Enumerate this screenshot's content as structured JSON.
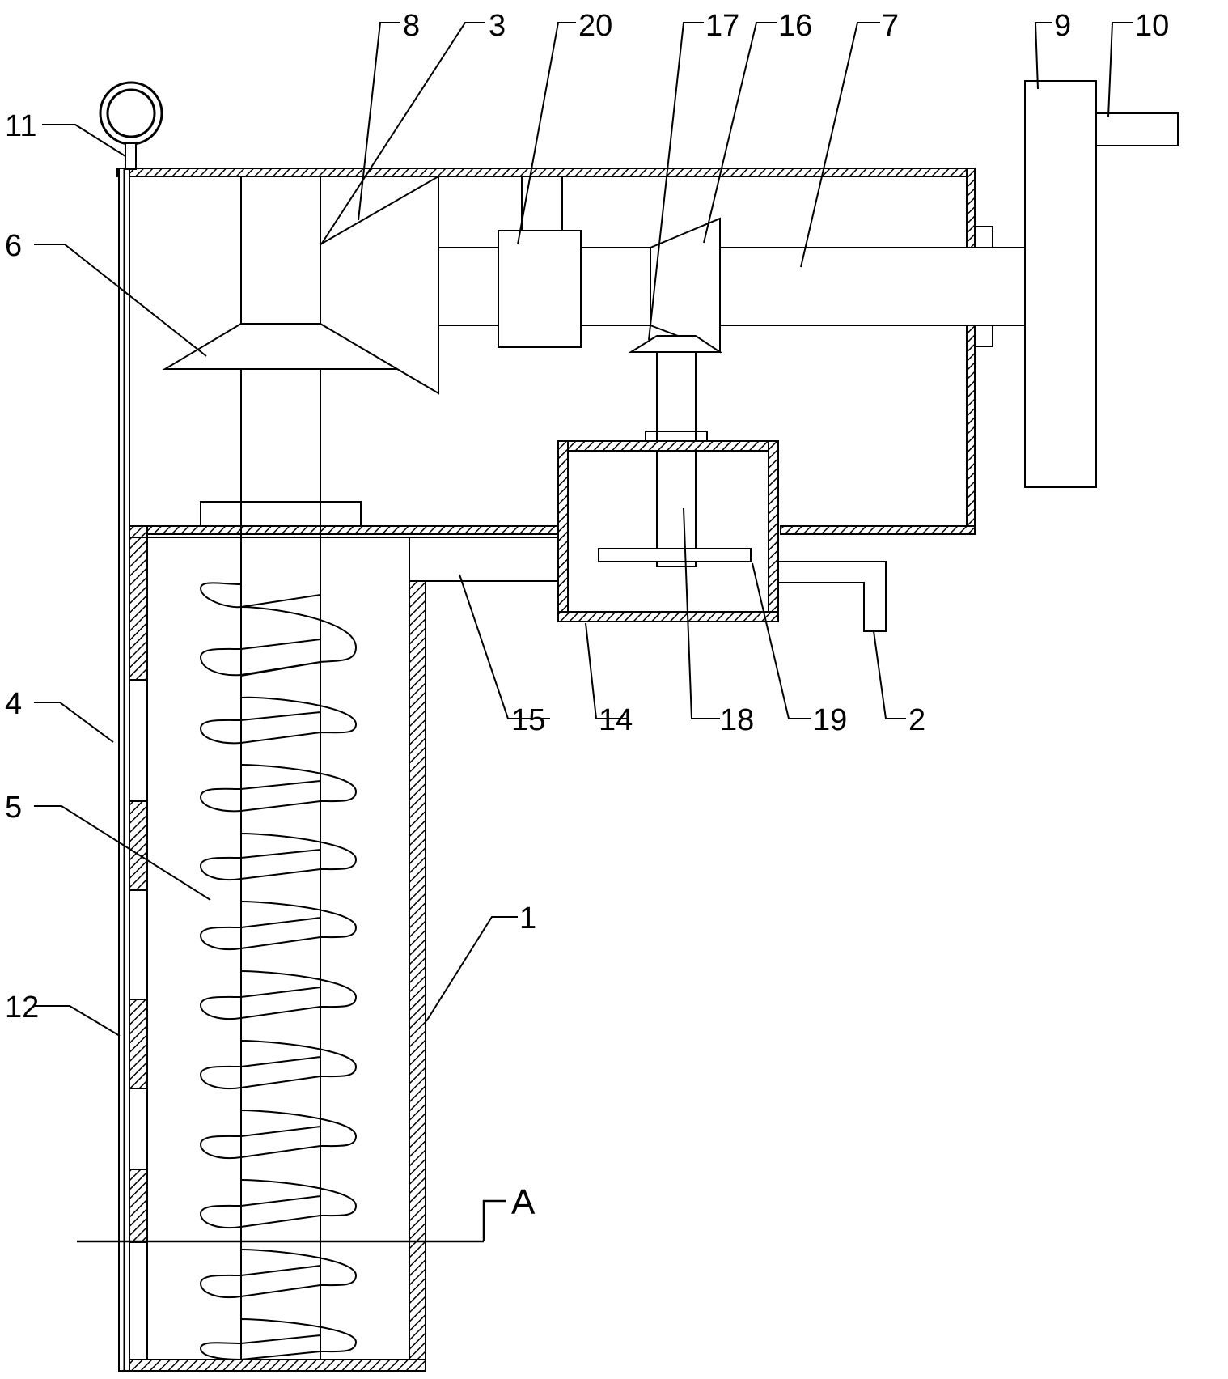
{
  "figure": {
    "labels": {
      "n1": "1",
      "n2": "2",
      "n3": "3",
      "n4": "4",
      "n5": "5",
      "n6": "6",
      "n7": "7",
      "n8": "8",
      "n9": "9",
      "n10": "10",
      "n11": "11",
      "n12": "12",
      "n14": "14",
      "n15": "15",
      "n16": "16",
      "n17": "17",
      "n18": "18",
      "n19": "19",
      "n20": "20",
      "section": "A"
    },
    "colors": {
      "ink": "#000000",
      "paper": "#ffffff"
    }
  }
}
